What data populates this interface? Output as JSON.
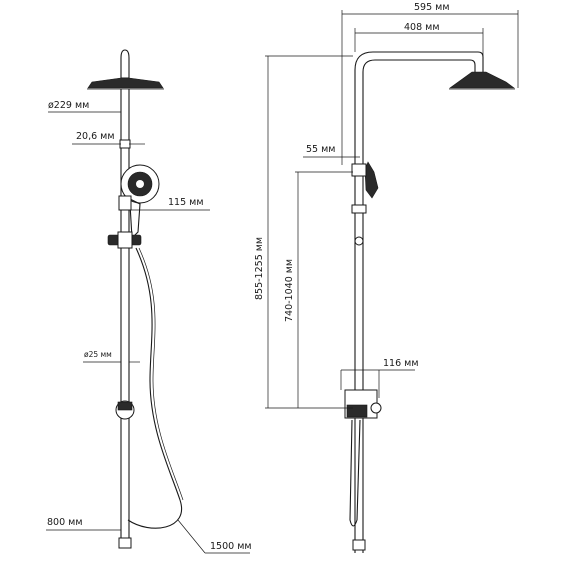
{
  "front_view": {
    "head_diameter": "ø229 мм",
    "arm_diameter": "20,6 мм",
    "hand_shower_length": "115 мм",
    "pipe_diameter": "ø25 мм",
    "lower_pipe_length": "800 мм",
    "hose_length": "1500 мм"
  },
  "side_view": {
    "overall_reach": "595 мм",
    "arm_reach": "408 мм",
    "holder_offset": "55 мм",
    "total_height": "855-1255 мм",
    "holder_height": "740-1040 мм",
    "mixer_depth": "116 мм"
  }
}
